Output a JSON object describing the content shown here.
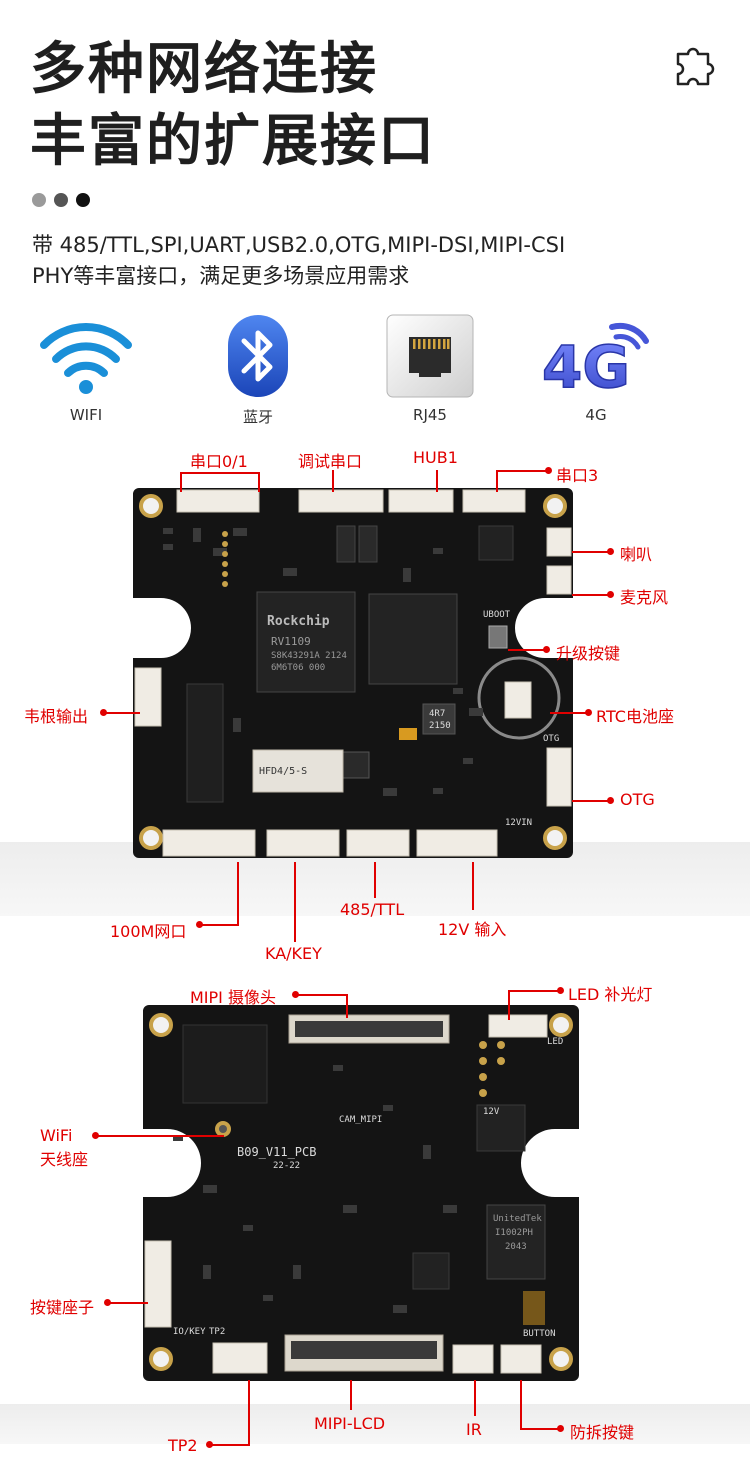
{
  "header": {
    "title_line1": "多种网络连接",
    "title_line2": "丰富的扩展接口",
    "description_line1": "带 485/TTL,SPI,UART,USB2.0,OTG,MIPI-DSI,MIPI-CSI",
    "description_line2": "PHY等丰富接口，满足更多场景应用需求",
    "corner_icon": "puzzle-icon",
    "dots_colors": [
      "#9a9a9a",
      "#555555",
      "#111111"
    ]
  },
  "features": [
    {
      "icon": "wifi-icon",
      "label": "WIFI"
    },
    {
      "icon": "bluetooth-icon",
      "label": "蓝牙"
    },
    {
      "icon": "rj45-icon",
      "label": "RJ45"
    },
    {
      "icon": "4g-icon",
      "label": "4G"
    }
  ],
  "board_top": {
    "chip_brand": "Rockchip",
    "chip_model": "RV1109",
    "chip_code1": "S8K43291A 2124",
    "chip_code2": "6M6T06 000",
    "relay_text": "HFD4/5-S",
    "inductor_text1": "4R7",
    "inductor_text2": "2150",
    "silk_uboot": "UBOOT",
    "silk_otg": "OTG",
    "silk_12vin": "12VIN",
    "labels": {
      "uart01": "串口0/1",
      "debug": "调试串口",
      "hub1": "HUB1",
      "uart3": "串口3",
      "speaker": "喇叭",
      "mic": "麦克风",
      "upgrade_key": "升级按键",
      "wiegand": "韦根输出",
      "rtc": "RTC电池座",
      "otg": "OTG",
      "lan": "100M网口",
      "rs485": "485/TTL",
      "power": "12V 输入",
      "ka_key": "KA/KEY"
    }
  },
  "board_bottom": {
    "silk_pcb": "B09_V11_PCB",
    "silk_date": "22-22",
    "silk_cam": "CAM_MIPI",
    "silk_key": "IO/KEY",
    "silk_tp2": "TP2",
    "silk_button": "BUTTON",
    "silk_12v": "12V",
    "silk_led": "LED",
    "phy_text1": "UnitedTek",
    "phy_text2": "I1002PH",
    "phy_text3": "2043",
    "labels": {
      "mipi_cam": "MIPI 摄像头",
      "led_fill": "LED 补光灯",
      "wifi_antenna_line1": "WiFi",
      "wifi_antenna_line2": "天线座",
      "key_socket": "按键座子",
      "tp2": "TP2",
      "mipi_lcd": "MIPI-LCD",
      "ir": "IR",
      "tamper": "防拆按键"
    }
  },
  "colors": {
    "accent_red": "#e00000",
    "pcb": "#141414",
    "wifi_blue": "#1a8fd8",
    "bluetooth_blue": "#2a5fd0"
  }
}
